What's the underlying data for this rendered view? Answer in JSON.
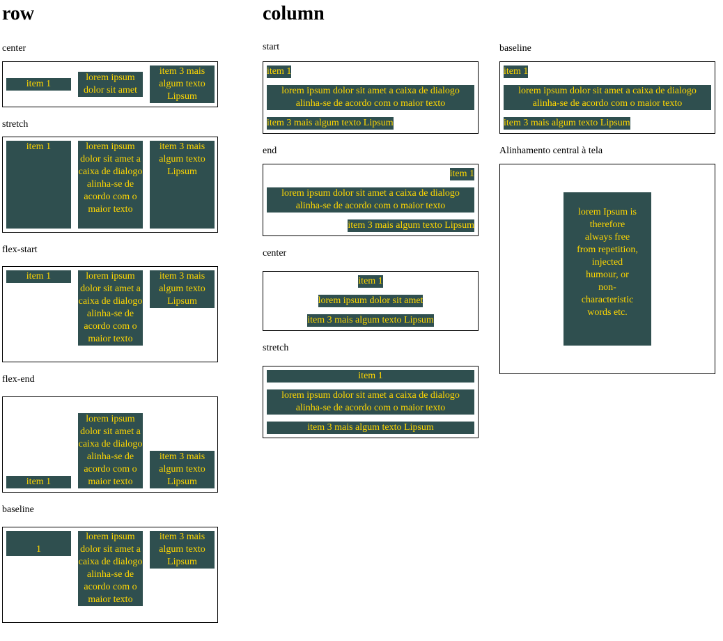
{
  "headings": {
    "row": "row",
    "column": "column"
  },
  "row_section": {
    "center": {
      "label": "center",
      "items": [
        "item 1",
        "lorem ipsum dolor sit amet",
        "item 3 mais algum texto Lipsum"
      ]
    },
    "stretch": {
      "label": "stretch",
      "items": [
        "item 1",
        "lorem ipsum dolor sit amet a caixa de dialogo alinha-se de acordo com o maior texto",
        "item 3 mais algum texto Lipsum"
      ]
    },
    "flex_start": {
      "label": "flex-start",
      "items": [
        "item 1",
        "lorem ipsum dolor sit amet a caixa de dialogo alinha-se de acordo com o maior texto",
        "item 3 mais algum texto Lipsum"
      ]
    },
    "flex_end": {
      "label": "flex-end",
      "items": [
        "item 1",
        "lorem ipsum dolor sit amet a caixa de dialogo alinha-se de acordo com o maior texto",
        "item 3 mais algum texto Lipsum"
      ]
    },
    "baseline": {
      "label": "baseline",
      "items": [
        "1",
        "lorem ipsum dolor sit amet a caixa de dialogo alinha-se de acordo com o maior texto",
        "item 3 mais algum texto Lipsum"
      ]
    }
  },
  "column_section": {
    "start": {
      "label": "start",
      "items": [
        "item 1",
        "lorem ipsum dolor sit amet a caixa de dialogo alinha-se de acordo com o maior texto",
        "item 3 mais algum texto Lipsum"
      ]
    },
    "end": {
      "label": "end",
      "items": [
        "item 1",
        "lorem ipsum dolor sit amet a caixa de dialogo alinha-se de acordo com o maior texto",
        "item 3 mais algum texto Lipsum"
      ]
    },
    "center": {
      "label": "center",
      "items": [
        "item 1",
        "lorem ipsum dolor sit amet",
        "item 3 mais algum texto Lipsum"
      ]
    },
    "stretch": {
      "label": "stretch",
      "items": [
        "item 1",
        "lorem ipsum dolor sit amet a caixa de dialogo alinha-se de acordo com o maior texto",
        "item 3 mais algum texto Lipsum"
      ]
    },
    "baseline": {
      "label": "baseline",
      "items": [
        "item 1",
        "lorem ipsum dolor sit amet a caixa de dialogo alinha-se de acordo com o maior texto",
        "item 3 mais algum texto Lipsum"
      ]
    }
  },
  "screen_center": {
    "label": "Alinhamento central à tela",
    "item": "lorem Ipsum is therefore always free from repetition, injected humour, or non-characteristic words etc."
  },
  "colors": {
    "item_bg": "#2f4f4f",
    "item_text": "#ffd700",
    "border": "#000000"
  }
}
